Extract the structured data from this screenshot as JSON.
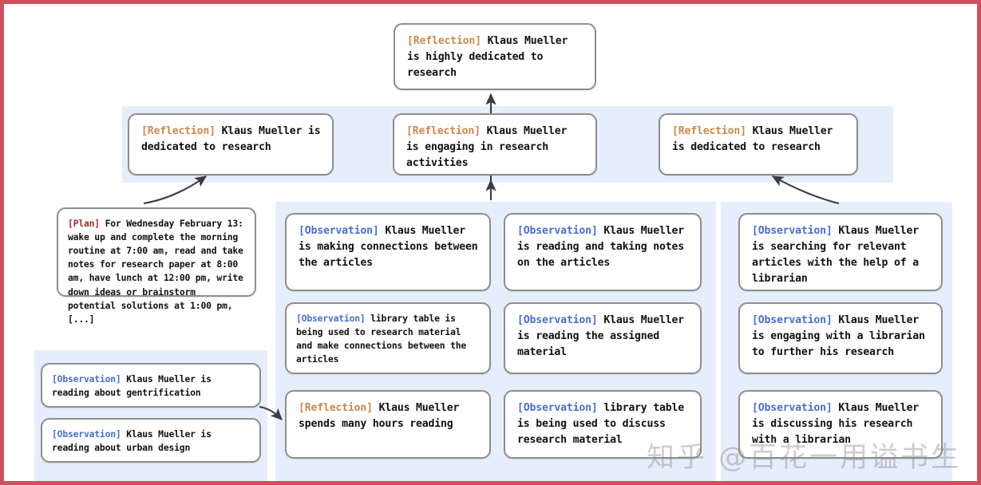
{
  "figure": {
    "border_color": "#cf4f5f",
    "band_color": "#e7eefb",
    "card_border_color": "#8e8e8e",
    "tag_colors": {
      "reflection": "#c88a4e",
      "observation": "#4a6fc4",
      "plan": "#9a2f2f"
    },
    "watermark": "知乎 @百花一用谥书生"
  },
  "top": {
    "tag": "[Reflection]",
    "text": " Klaus Mueller is highly dedicated to research"
  },
  "reflections": [
    {
      "tag": "[Reflection]",
      "text": " Klaus Mueller is dedicated to research"
    },
    {
      "tag": "[Reflection]",
      "text": " Klaus Mueller is engaging in research activities"
    },
    {
      "tag": "[Reflection]",
      "text": " Klaus Mueller is dedicated to research"
    }
  ],
  "plan": {
    "tag": "[Plan]",
    "text": " For Wednesday February 13: wake up and complete the morning routine at 7:00 am, read and take notes for research paper at 8:00 am, have lunch at 12:00 pm, write down ideas or brainstorm potential solutions at 1:00 pm, [...]"
  },
  "column_a": [
    {
      "tag": "[Observation]",
      "text": " Klaus Mueller is reading about gentrification"
    },
    {
      "tag": "[Observation]",
      "text": " Klaus Mueller is reading about urban design"
    }
  ],
  "column_b": [
    {
      "tag": "[Observation]",
      "text": " Klaus Mueller is making connections between the articles"
    },
    {
      "tag": "[Observation]",
      "text": " library table is being used to research material and make connections between the articles"
    },
    {
      "tag": "[Reflection]",
      "text": " Klaus Mueller spends many hours reading"
    }
  ],
  "column_c": [
    {
      "tag": "[Observation]",
      "text": " Klaus Mueller is reading and taking notes on the articles"
    },
    {
      "tag": "[Observation]",
      "text": " Klaus Mueller is reading the assigned material"
    },
    {
      "tag": "[Observation]",
      "text": " library table is being used to discuss research material"
    }
  ],
  "column_d": [
    {
      "tag": "[Observation]",
      "text": " Klaus Mueller is searching for relevant articles with the help of a librarian"
    },
    {
      "tag": "[Observation]",
      "text": " Klaus Mueller is engaging with a librarian to further his research"
    },
    {
      "tag": "[Observation]",
      "text": " Klaus Mueller is discussing his research with a librarian"
    }
  ]
}
